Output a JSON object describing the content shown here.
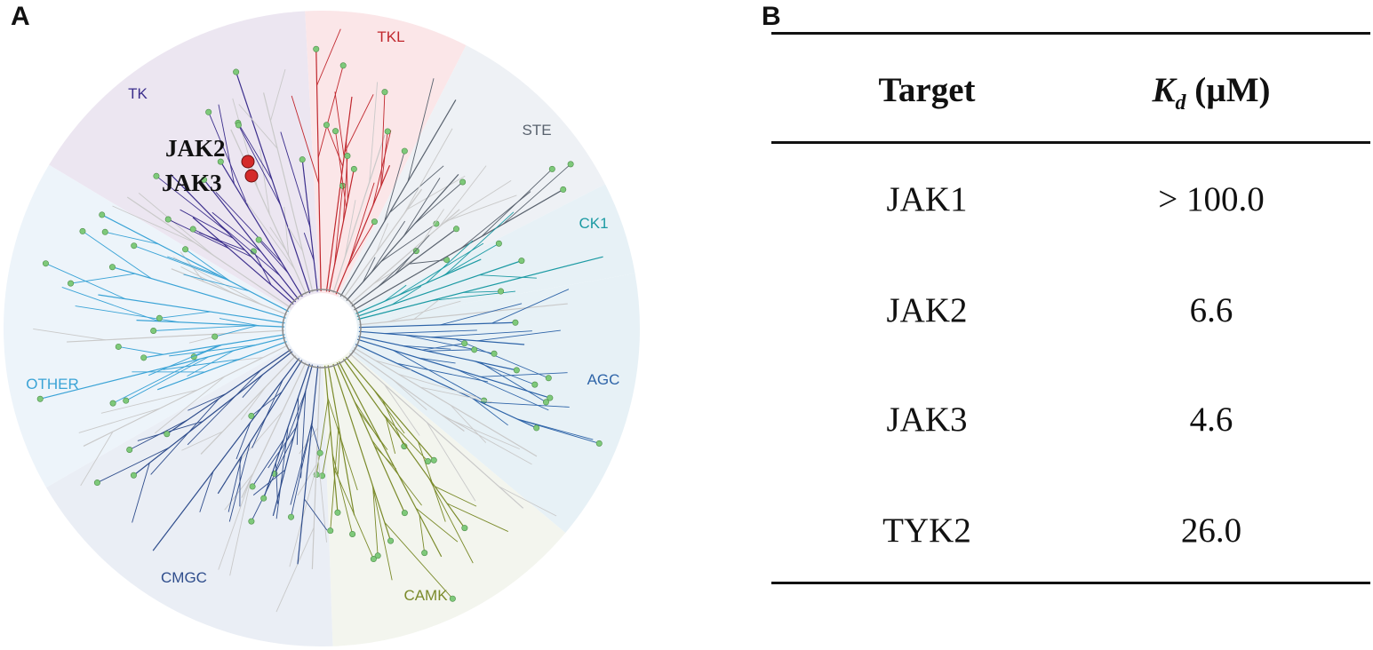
{
  "panel_a": {
    "letter": "A",
    "groups": [
      {
        "label": "TK",
        "color": "#3b2e8c",
        "sector_color": "#ece6f1"
      },
      {
        "label": "TKL",
        "color": "#c0272d",
        "sector_color": "#fbe6e8"
      },
      {
        "label": "STE",
        "color": "#59626e",
        "sector_color": "#eef1f5"
      },
      {
        "label": "CK1",
        "color": "#1b9aa3",
        "sector_color": "#e7f1f6"
      },
      {
        "label": "AGC",
        "color": "#2e64a8",
        "sector_color": "#e7f1f6"
      },
      {
        "label": "CAMK",
        "color": "#7a8a2a",
        "sector_color": "#f3f5ee"
      },
      {
        "label": "CMGC",
        "color": "#2f4d8c",
        "sector_color": "#eaeef5"
      },
      {
        "label": "OTHER",
        "color": "#3aa3d6",
        "sector_color": "#edf4fa"
      }
    ],
    "highlighted": [
      {
        "label": "JAK2",
        "color": "#d42a2a"
      },
      {
        "label": "JAK3",
        "color": "#d42a2a"
      }
    ],
    "hit_marker_color": "#7ec97a"
  },
  "panel_b": {
    "letter": "B",
    "header": {
      "target": "Target",
      "kd_symbol": "K",
      "kd_subscript": "d",
      "kd_unit": " (µM)"
    },
    "rows": [
      {
        "target": "JAK1",
        "kd": "> 100.0"
      },
      {
        "target": "JAK2",
        "kd": "6.6"
      },
      {
        "target": "JAK3",
        "kd": "4.6"
      },
      {
        "target": "TYK2",
        "kd": "26.0"
      }
    ]
  }
}
